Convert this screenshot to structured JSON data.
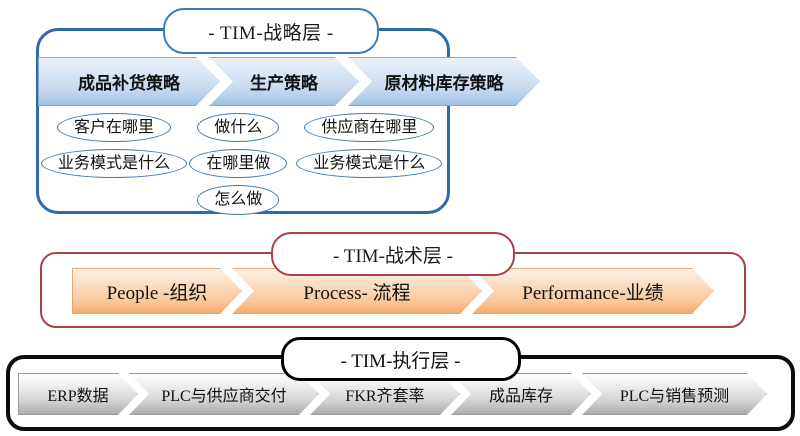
{
  "diagram": {
    "title_strategic": "- TIM-战略层 -",
    "title_tactical": "- TIM-战术层 -",
    "title_execution": "- TIM-执行层 -",
    "colors": {
      "strategic_border": "#2f6aa8",
      "strategic_fill": "#c3d6ee",
      "tactical_border": "#a8404d",
      "tactical_fill": "#f9c79b",
      "execution_border": "#0d0d0d",
      "execution_fill": "#d8d8d8"
    }
  },
  "strategic": {
    "chevrons": [
      {
        "label": "成品补货策略"
      },
      {
        "label": "生产策略"
      },
      {
        "label": "原材料库存策略"
      }
    ],
    "questions": [
      {
        "items": [
          "客户在哪里",
          "业务模式是什么"
        ]
      },
      {
        "items": [
          "做什么",
          "在哪里做",
          "怎么做"
        ]
      },
      {
        "items": [
          "供应商在哪里",
          "业务模式是什么"
        ]
      }
    ]
  },
  "tactical": {
    "chevrons": [
      {
        "label": "People -组织"
      },
      {
        "label": "Process- 流程"
      },
      {
        "label": "Performance-业绩"
      }
    ]
  },
  "execution": {
    "chevrons": [
      {
        "label": "ERP数据"
      },
      {
        "label": "PLC与供应商交付"
      },
      {
        "label": "FKR齐套率"
      },
      {
        "label": "成品库存"
      },
      {
        "label": "PLC与销售预测"
      }
    ]
  }
}
